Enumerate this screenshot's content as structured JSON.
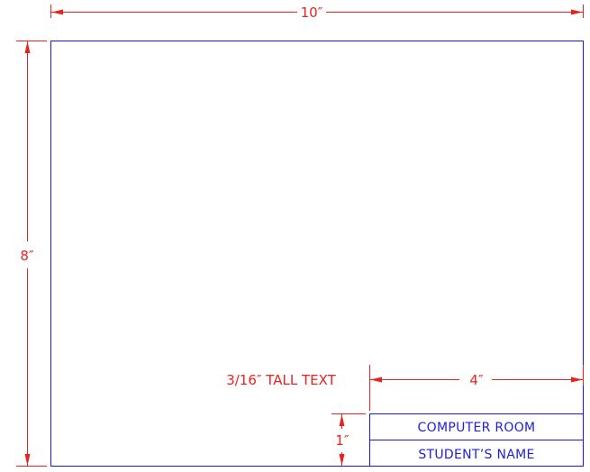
{
  "dimensions": {
    "width_label": "10″",
    "height_label": "8″",
    "titleblock_width_label": "4″",
    "titleblock_row_label": "1″"
  },
  "notes": {
    "text_height_note": "3/16″ TALL TEXT"
  },
  "title_block": {
    "row1": "COMPUTER ROOM",
    "row2": "STUDENT’S NAME"
  },
  "colors": {
    "dimension": "#e8231f",
    "geometry": "#1a1ad0"
  }
}
